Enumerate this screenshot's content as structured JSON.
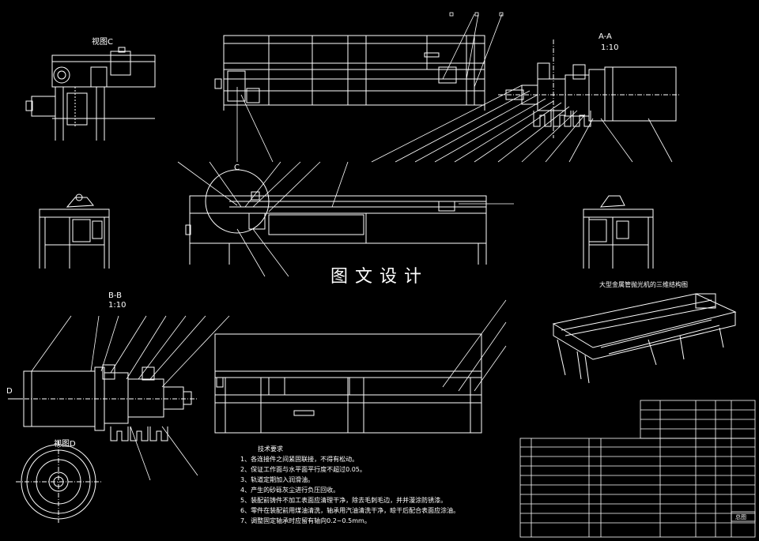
{
  "views": {
    "view_c": "视图C",
    "section_aa": "A-A",
    "section_aa_scale": "1:10",
    "detail_c": "C",
    "section_bb": "B-B",
    "section_bb_scale": "1:10",
    "view_d": "视图D",
    "arrow_d": "D"
  },
  "watermark": "图文设计",
  "iso_caption": "大型金属管抛光机的三维结构图",
  "tech_requirements": {
    "title": "技术要求",
    "items": [
      "1、各连接件之间紧固联接，不得有松动。",
      "2、保证工作面与水平面平行度不超过0.05。",
      "3、轨道定期加入润滑油。",
      "4、产生的砂砾灰尘进行负压回收。",
      "5、装配前铸件不加工表面应清理干净，除去毛刺毛边，并并漫涂防锈漆。",
      "6、零件在装配前用煤油清洗，轴承用汽油清洗干净，晾干后配合表面应涂油。",
      "7、调整固定轴承时应留有轴向0.2~0.5mm。"
    ]
  },
  "title_block": {
    "drawing_type": "总图"
  },
  "colors": {
    "background": "#000000",
    "lines": "#ffffff"
  }
}
